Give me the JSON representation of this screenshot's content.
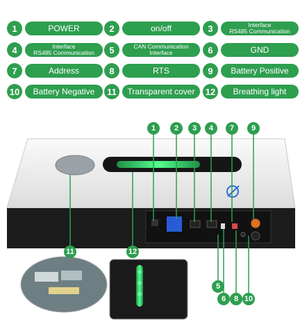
{
  "legend": [
    {
      "num": "1",
      "label": "POWER"
    },
    {
      "num": "2",
      "label": "on/off"
    },
    {
      "num": "3",
      "label": "Interface\nRS485 Communication"
    },
    {
      "num": "4",
      "label": "Interface\nRS485 Communication"
    },
    {
      "num": "5",
      "label": "CAN Communication\nInterface"
    },
    {
      "num": "6",
      "label": "GND"
    },
    {
      "num": "7",
      "label": "Address"
    },
    {
      "num": "8",
      "label": "RTS"
    },
    {
      "num": "9",
      "label": "Battery Positive"
    },
    {
      "num": "10",
      "label": "Battery Negative"
    },
    {
      "num": "11",
      "label": "Transparent cover"
    },
    {
      "num": "12",
      "label": "Breathing light"
    }
  ],
  "colors": {
    "accent": "#2e9e4f",
    "device_body": "#f0f0f0",
    "device_base": "#1c1c1c",
    "led": "#3cff7a"
  }
}
